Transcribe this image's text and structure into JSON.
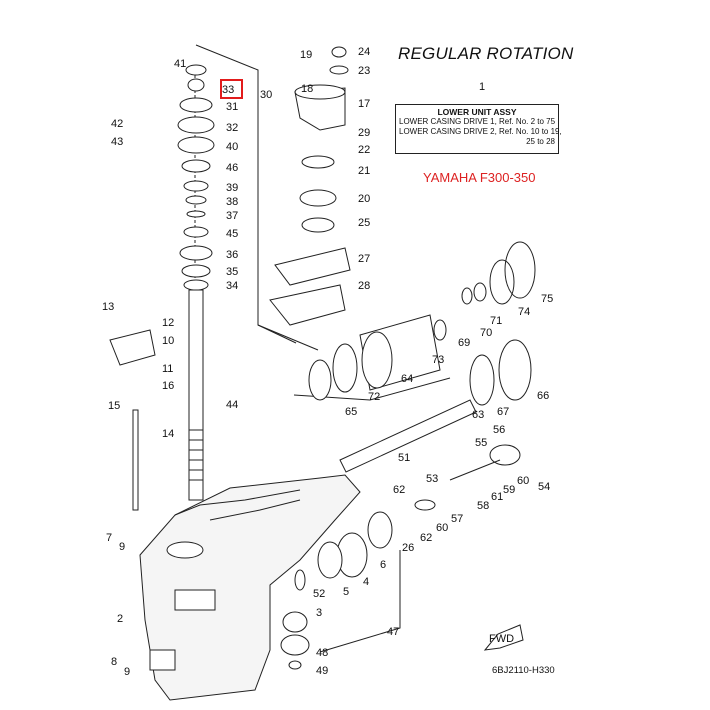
{
  "header": {
    "title": "REGULAR ROTATION",
    "model_note": "YAMAHA F300-350",
    "diagram_code": "6BJ2110-H330"
  },
  "assembly": {
    "ref_number": "1",
    "heading": "LOWER UNIT ASSY",
    "line1": "LOWER CASING DRIVE 1,  Ref. No. 2 to 75",
    "line2": "LOWER CASING DRIVE 2,  Ref. No. 10 to 19,",
    "line3": "25 to 28"
  },
  "highlighted_part": "33",
  "fwd_label": "FWD",
  "labels": {
    "p2": "2",
    "p3": "3",
    "p4": "4",
    "p5": "5",
    "p6": "6",
    "p7": "7",
    "p8": "8",
    "p9a": "9",
    "p9b": "9",
    "p10": "10",
    "p11": "11",
    "p12": "12",
    "p13": "13",
    "p14": "14",
    "p15": "15",
    "p16": "16",
    "p17": "17",
    "p18": "18",
    "p19": "19",
    "p20": "20",
    "p21": "21",
    "p22": "22",
    "p23": "23",
    "p24": "24",
    "p25": "25",
    "p26": "26",
    "p27": "27",
    "p28": "28",
    "p29": "29",
    "p30": "30",
    "p31": "31",
    "p32": "32",
    "p33": "33",
    "p34": "34",
    "p35": "35",
    "p36": "36",
    "p37": "37",
    "p38": "38",
    "p39": "39",
    "p40": "40",
    "p41": "41",
    "p42": "42",
    "p43": "43",
    "p44": "44",
    "p45": "45",
    "p46": "46",
    "p47": "47",
    "p48": "48",
    "p49": "49",
    "p51": "51",
    "p52": "52",
    "p53": "53",
    "p54": "54",
    "p55": "55",
    "p56": "56",
    "p57": "57",
    "p58": "58",
    "p59": "59",
    "p60a": "60",
    "p60b": "60",
    "p61": "61",
    "p62a": "62",
    "p62b": "62",
    "p63": "63",
    "p64": "64",
    "p65": "65",
    "p66": "66",
    "p67": "67",
    "p69": "69",
    "p70": "70",
    "p71": "71",
    "p72": "72",
    "p73": "73",
    "p74": "74",
    "p75": "75"
  }
}
